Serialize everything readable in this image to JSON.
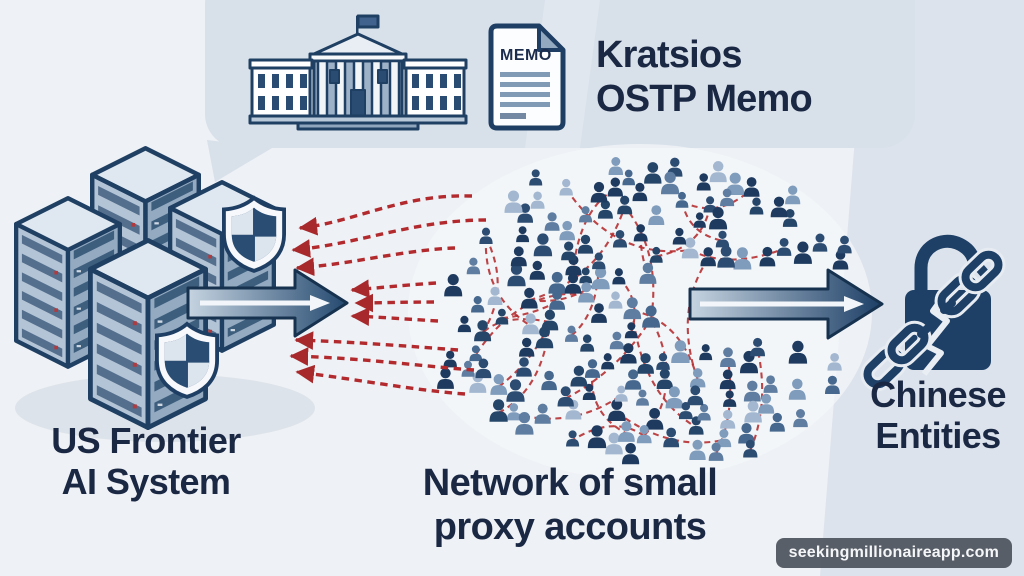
{
  "header": {
    "memo_label": "MEMO",
    "title_line1": "Kratsios",
    "title_line2": "OSTP Memo"
  },
  "labels": {
    "source_line1": "US Frontier",
    "source_line2": "AI System",
    "network_line1": "Network of small",
    "network_line2": "proxy accounts",
    "destination_line1": "Chinese",
    "destination_line2": "Entities"
  },
  "watermark": {
    "text": "seekingmillionaireapp.com"
  },
  "icons": {
    "white_house": "white-house-icon",
    "memo_document": "memo-document-icon",
    "server_stack": "server-tower-icon",
    "shield": "security-shield-icon",
    "person": "person-icon",
    "broken_lock": "broken-chain-padlock-icon",
    "flow_arrow": "flow-arrow-icon",
    "red_arrow": "red-dashed-arrow-icon"
  },
  "colors": {
    "background": "#eef1f5",
    "bubble_panel": "#d8e0ea",
    "right_panel": "#dce3ec",
    "heading_text": "#1b2844",
    "icon_navy": "#1e3e63",
    "arrow_dark": "#24496f",
    "red_dashed": "#b22a2d",
    "watermark_bg": "#4e545c"
  },
  "crowd": {
    "person_icon": "person-icon",
    "count": 150,
    "link_count": 30,
    "seed": 20240601,
    "palette": [
      "#1e3a5f",
      "#1e3a5f",
      "#1e3a5f",
      "#254569",
      "#2c4c72",
      "#2c4c72",
      "#46688e",
      "#5f7da0",
      "#7f9cbc",
      "#a3b8d0"
    ]
  }
}
